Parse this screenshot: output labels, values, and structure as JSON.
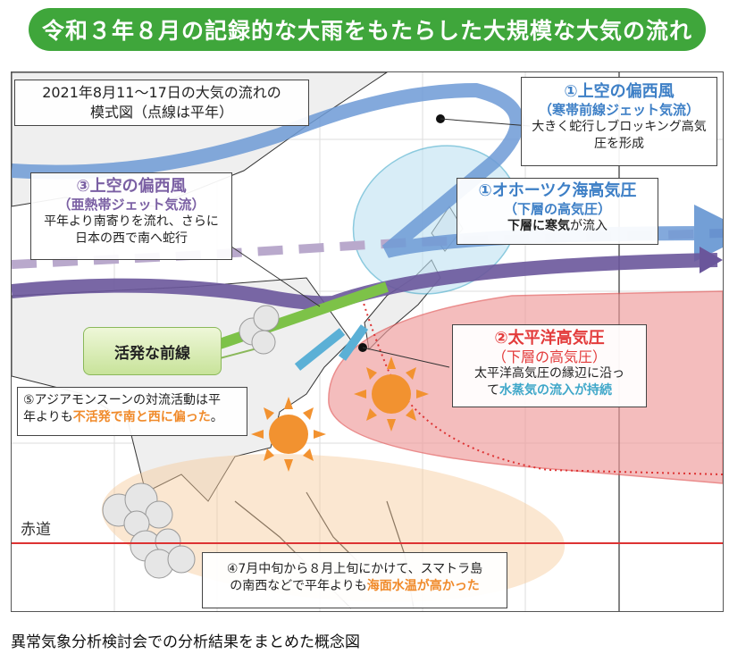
{
  "title": "令和３年８月の記録的な大雨をもたらした大規模な大気の流れ",
  "map": {
    "header": {
      "line1": "2021年8月11～17日の大気の流れの",
      "line2": "模式図（点線は平年）"
    },
    "jet_subtropical": {
      "heading": "③上空の偏西風",
      "sub": "（亜熱帯ジェット気流）",
      "line1": "平年より南寄りを流れ、さらに",
      "line2": "日本の西で南へ蛇行"
    },
    "jet_polar": {
      "heading": "①上空の偏西風",
      "sub": "（寒帯前線ジェット気流）",
      "line1": "大きく蛇行しブロッキング高気",
      "line2": "圧を形成"
    },
    "okhotsk": {
      "heading": "①オホーツク海高気圧",
      "sub": "（下層の高気圧）",
      "line_bold": "下層に寒気",
      "line_rest": "が流入"
    },
    "front": "活発な前線",
    "pacific": {
      "heading": "②太平洋高気圧",
      "sub": "（下層の高気圧）",
      "line1": "太平洋高気圧の縁辺に沿っ",
      "line2_plain": "て",
      "line2_highlight": "水蒸気の流入が持続"
    },
    "monsoon": {
      "line1": "⑤アジアモンスーンの対流活動は平",
      "line2_plain": "年よりも",
      "line2_highlight": "不活発で南と西に偏った",
      "line2_end": "。"
    },
    "sst": {
      "line1": "④7月中旬から８月上旬にかけて、スマトラ島",
      "line2_plain": "の南西などで平年よりも",
      "line2_highlight": "海面水温が高かった"
    },
    "equator": "赤道"
  },
  "caption": "異常気象分析検討会での分析結果をまとめた概念図",
  "colors": {
    "title_bg": "#3fa63b",
    "purple": "#7a5fa3",
    "blue": "#3d7fc6",
    "red": "#e33b3b",
    "orange": "#f08a2a",
    "cyan": "#3fa7c9"
  }
}
